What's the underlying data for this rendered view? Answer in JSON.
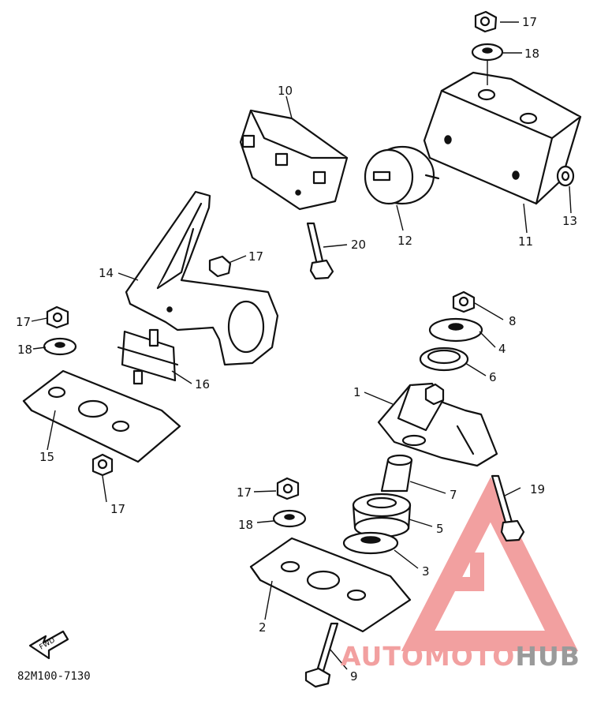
{
  "diagram": {
    "code": "82M100-7130",
    "fwd_label": "FWD",
    "watermark": {
      "part1": "AUTOMOTO",
      "part2": "HUB",
      "accent": "#f08080",
      "gray": "#8c8c8c"
    },
    "callouts": [
      "1",
      "2",
      "3",
      "4",
      "5",
      "6",
      "7",
      "8",
      "9",
      "10",
      "11",
      "12",
      "13",
      "14",
      "15",
      "16",
      "17",
      "17",
      "17",
      "17",
      "17",
      "18",
      "18",
      "18",
      "19",
      "20"
    ]
  }
}
